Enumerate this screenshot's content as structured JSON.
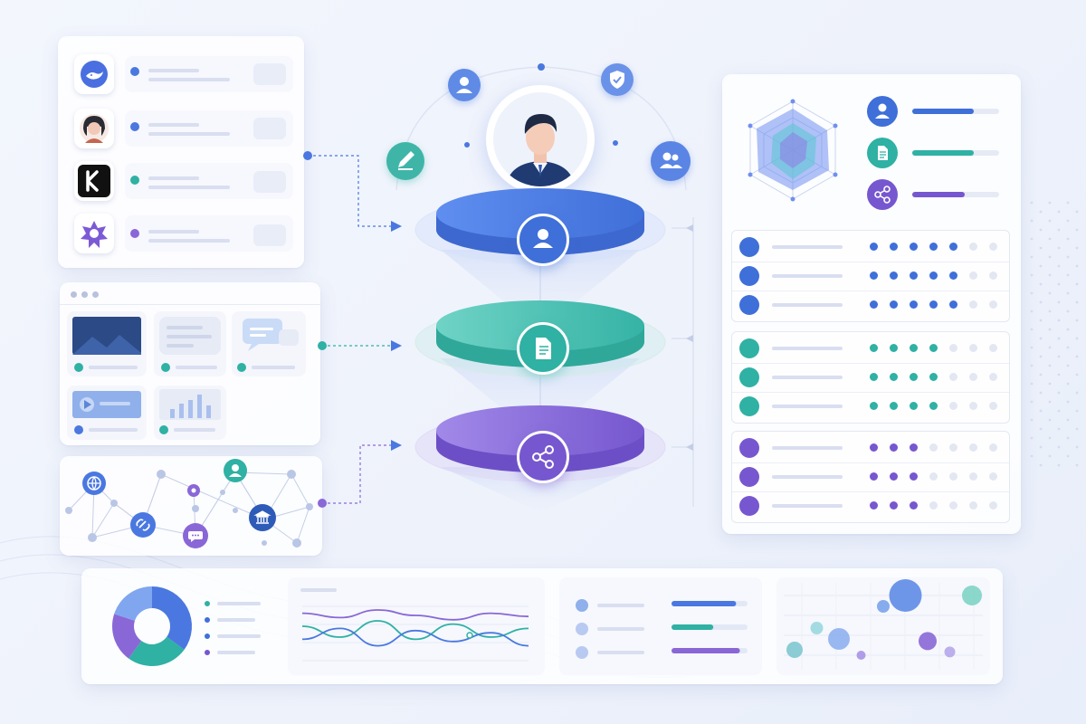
{
  "colors": {
    "blue": "#4a78e0",
    "teal": "#2fb1a4",
    "purple": "#8a67d6",
    "navy": "#2e4a8f",
    "light_line": "#d9def0"
  },
  "icons": {
    "sources": [
      "whale-logo-icon",
      "avatar-woman-icon",
      "k-logo-icon",
      "star-logo-icon"
    ],
    "orbit": [
      "user-icon",
      "shield-check-icon",
      "edit-icon",
      "group-users-icon"
    ],
    "layers": [
      "user-icon",
      "document-icon",
      "share-icon"
    ],
    "network": [
      "globe-icon",
      "link-icon",
      "chat-icon",
      "bank-icon",
      "user-icon",
      "eye-icon"
    ]
  },
  "profile_rows": {
    "blue": {
      "filled": [
        5,
        5,
        5
      ]
    },
    "teal": {
      "filled": [
        4,
        4,
        4
      ]
    },
    "purple": {
      "filled": [
        3,
        3,
        3
      ]
    }
  },
  "chart_data": [
    {
      "type": "pie",
      "values": [
        35,
        25,
        20,
        20
      ],
      "colors": [
        "#4a78e0",
        "#2fb1a4",
        "#8a67d6",
        "#7fa6ef"
      ]
    },
    {
      "type": "line",
      "series": [
        {
          "color": "#8a67d6",
          "values": [
            52,
            48,
            55,
            50,
            46,
            52,
            49
          ]
        },
        {
          "color": "#2fb1a4",
          "values": [
            40,
            30,
            45,
            28,
            42,
            30,
            38
          ]
        },
        {
          "color": "#4a78e0",
          "values": [
            28,
            38,
            22,
            36,
            26,
            34,
            22
          ]
        }
      ]
    },
    {
      "type": "bar",
      "values": [
        85,
        55,
        90
      ],
      "colors": [
        "#4a78e0",
        "#2fb1a4",
        "#8a67d6"
      ]
    },
    {
      "type": "scatter",
      "points": [
        {
          "x": 1,
          "y": 1,
          "r": 9,
          "color": "#7fc7d0"
        },
        {
          "x": 2,
          "y": 3,
          "r": 7,
          "color": "#9bd7e0"
        },
        {
          "x": 3,
          "y": 2,
          "r": 12,
          "color": "#8fb0f0"
        },
        {
          "x": 4,
          "y": 0.5,
          "r": 5,
          "color": "#a992e6"
        },
        {
          "x": 5,
          "y": 5,
          "r": 7,
          "color": "#7aa3ec"
        },
        {
          "x": 6,
          "y": 6,
          "r": 18,
          "color": "#5f8be6"
        },
        {
          "x": 7,
          "y": 1.8,
          "r": 10,
          "color": "#8a67d6"
        },
        {
          "x": 8,
          "y": 0.8,
          "r": 6,
          "color": "#b7a6ea"
        },
        {
          "x": 9,
          "y": 6,
          "r": 11,
          "color": "#7fd3c5"
        }
      ]
    }
  ]
}
